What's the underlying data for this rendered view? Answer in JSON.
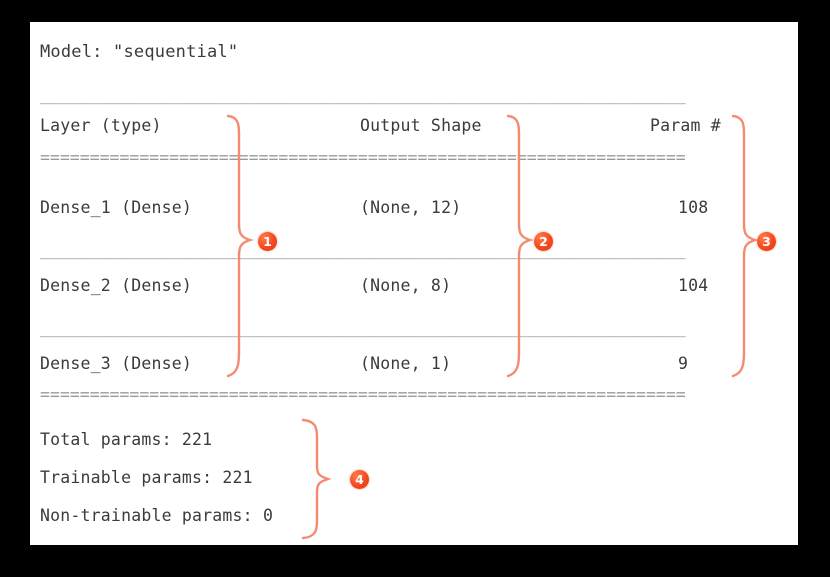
{
  "panel": {
    "title": "Model: \"sequential\"",
    "separator_single": "_________________________________________________________________",
    "separator_double": "=================================================================",
    "row_separator": "_________________________________________________________________"
  },
  "table": {
    "headers": {
      "layer": "Layer (type)",
      "output_shape": "Output Shape",
      "param": "Param #"
    },
    "rows": [
      {
        "layer": "Dense_1 (Dense)",
        "output_shape": "(None, 12)",
        "param": "108"
      },
      {
        "layer": "Dense_2 (Dense)",
        "output_shape": "(None, 8)",
        "param": "104"
      },
      {
        "layer": "Dense_3 (Dense)",
        "output_shape": "(None, 1)",
        "param": "9"
      }
    ]
  },
  "summary": {
    "total": "Total params: 221",
    "trainable": "Trainable params: 221",
    "non_trainable": "Non-trainable params: 0"
  },
  "annotations": [
    {
      "id": "1",
      "label": "1"
    },
    {
      "id": "2",
      "label": "2"
    },
    {
      "id": "3",
      "label": "3"
    },
    {
      "id": "4",
      "label": "4"
    }
  ],
  "colors": {
    "accent": "#f4481f",
    "brace": "#f58a70",
    "text": "#3b3b3b",
    "rule": "#8d8d8d",
    "panel_bg": "#ffffff",
    "page_bg": "#000000"
  }
}
